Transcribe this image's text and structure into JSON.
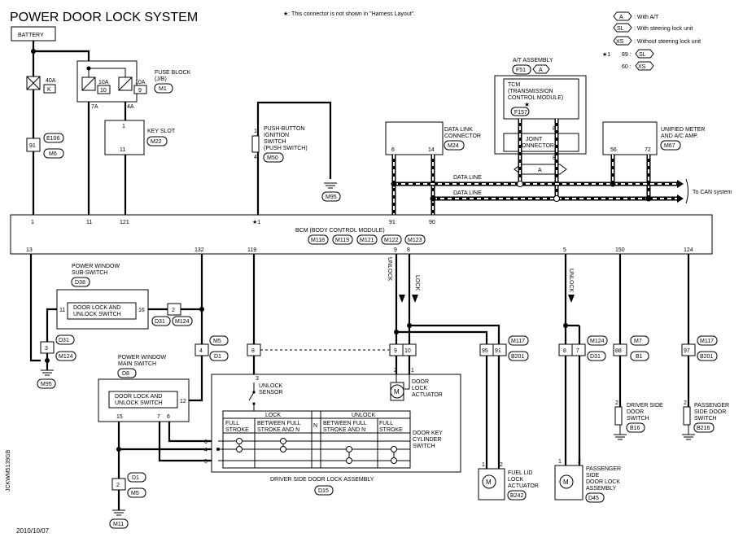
{
  "title": "POWER DOOR LOCK SYSTEM",
  "note": "★: This connector is not shown in \"Harness Layout\".",
  "legend": {
    "a_sym": "A",
    "a_txt": ": With A/T",
    "sl_sym": "SL",
    "sl_txt": ": With steering lock unit",
    "xs_sym": "XS",
    "xs_txt": ": Without steering lock unit",
    "star1": "★1",
    "v89": "89 :",
    "v89_sym": "SL",
    "v60": "60 :",
    "v60_sym": "XS"
  },
  "battery": "BATTERY",
  "fuse40": {
    "amp": "40A",
    "id": "K"
  },
  "e106": "E106",
  "pin91": "91",
  "m6": "M6",
  "fuse_block": {
    "label1": "FUSE BLOCK",
    "label2": "(J/B)",
    "conn": "M1",
    "f1_amp": "10A",
    "f1_id": "10",
    "f2_amp": "10A",
    "f2_id": "9",
    "pin7a": "7A",
    "pin4a": "4A"
  },
  "key_slot": {
    "label": "KEY SLOT",
    "conn": "M22",
    "pin1": "1",
    "pin11": "11"
  },
  "push_button": {
    "l1": "PUSH-BUTTON",
    "l2": "IGNITION",
    "l3": "SWITCH",
    "l4": "(PUSH SWITCH)",
    "conn": "M50",
    "pin1": "1",
    "pin4": "4"
  },
  "gnd_m95": "M95",
  "dlc": {
    "l1": "DATA LINK",
    "l2": "CONNECTOR",
    "conn": "M24",
    "p6": "6",
    "p14": "14"
  },
  "at_assembly": {
    "label": "A/T ASSEMBLY",
    "conn1": "F51",
    "conn2": "A"
  },
  "tcm": {
    "l1": "TCM",
    "l2": "(TRANSMISSION",
    "l3": "CONTROL MODULE)",
    "conn": "F157",
    "p3": "3",
    "p8": "8"
  },
  "joint": {
    "l1": "JOINT",
    "l2": "CONNECTOR",
    "p3": "3",
    "p8": "8",
    "sym": "A"
  },
  "meter": {
    "l1": "UNIFIED METER",
    "l2": "AND A/C AMP.",
    "conn": "M67",
    "p56": "56",
    "p72": "72"
  },
  "data_line": "DATA LINE",
  "to_can": "To CAN system",
  "bcm": {
    "label": "BCM (BODY CONTROL MODULE)",
    "conns": [
      "M118",
      "M119",
      "M121",
      "M122",
      "M123"
    ],
    "top_pins": [
      "1",
      "11",
      "121",
      "★1",
      "91",
      "90"
    ],
    "bottom_pins": [
      "13",
      "132",
      "119",
      "9",
      "8",
      "5",
      "150",
      "124"
    ]
  },
  "pw_sub": {
    "l1": "POWER WINDOW",
    "l2": "SUB-SWITCH",
    "conn": "D38",
    "inner1": "DOOR LOCK AND",
    "inner2": "UNLOCK SWITCH",
    "p11": "11",
    "p16": "16"
  },
  "c_d31_m124": {
    "pin": "2",
    "a": "D31",
    "b": "M124"
  },
  "c_d31_m124_l": {
    "pin": "3",
    "a": "D31",
    "b": "M124"
  },
  "gnd_m95b": "M95",
  "c_m5_d1": {
    "pin": "4",
    "a": "M5",
    "b": "D1"
  },
  "c8": "8",
  "c9": "9",
  "c10": "10",
  "unlock": "UNLOCK",
  "lock": "LOCK",
  "c_m117_b201": {
    "p95": "95",
    "p91": "91",
    "a": "M117",
    "b": "B201"
  },
  "c_m124_d31": {
    "p8": "8",
    "p7": "7",
    "a": "M124",
    "b": "D31"
  },
  "c_m7_b1": {
    "pin": "88",
    "a": "M7",
    "b": "B1"
  },
  "c_m117_b201b": {
    "pin": "97",
    "a": "M117",
    "b": "B201"
  },
  "pw_main": {
    "l1": "POWER WINDOW",
    "l2": "MAIN SWITCH",
    "conn": "D8",
    "inner1": "DOOR LOCK AND",
    "inner2": "UNLOCK SWITCH",
    "p12": "12",
    "p15": "15",
    "p7": "7",
    "p6": "6"
  },
  "unlock_sensor": {
    "l1": "UNLOCK",
    "l2": "SENSOR",
    "p3": "3"
  },
  "door_lock_act": {
    "l1": "DOOR",
    "l2": "LOCK",
    "l3": "ACTUATOR",
    "p2": "2",
    "p1": "1"
  },
  "key_cyl": {
    "l1": "DOOR KEY",
    "l2": "CYLINDER",
    "l3": "SWITCH",
    "lock": "LOCK",
    "unlock": "UNLOCK",
    "n": "N",
    "full": "FULL",
    "stroke": "STROKE",
    "between1": "BETWEEN FULL",
    "between2": "STROKE AND N",
    "p6": "6",
    "p4": "4",
    "p5": "5"
  },
  "dsdla": {
    "label": "DRIVER SIDE DOOR LOCK ASSEMBLY",
    "conn": "D15"
  },
  "fuel_lid": {
    "l1": "FUEL LID",
    "l2": "LOCK",
    "l3": "ACTUATOR",
    "conn": "B242",
    "p1": "1",
    "p2": "2"
  },
  "pass_lock": {
    "l1": "PASSENGER",
    "l2": "SIDE",
    "l3": "DOOR LOCK",
    "l4": "ASSEMBLY",
    "conn": "D45",
    "p1": "1",
    "p2": "2"
  },
  "driver_door_sw": {
    "l1": "DRIVER SIDE",
    "l2": "DOOR",
    "l3": "SWITCH",
    "conn": "B16",
    "p2": "2"
  },
  "pass_door_sw": {
    "l1": "PASSENGER",
    "l2": "SIDE DOOR",
    "l3": "SWITCH",
    "conn": "B216",
    "p2": "2"
  },
  "c_d1_m5": {
    "pin": "2",
    "a": "D1",
    "b": "M5"
  },
  "gnd_m11": "M11",
  "side_code": "JCKWM5139GB",
  "date": "2010/10/07"
}
